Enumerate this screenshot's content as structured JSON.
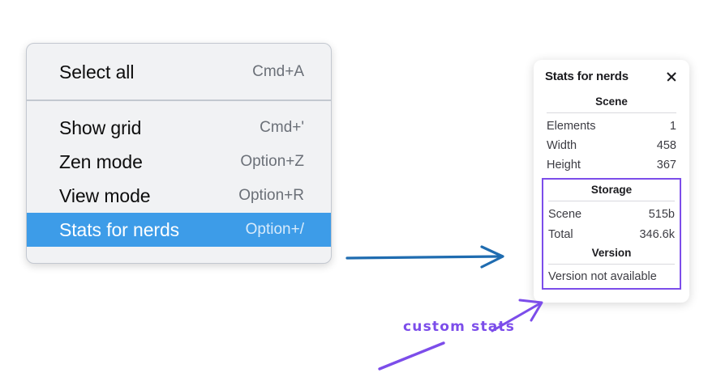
{
  "context_menu": {
    "name": "context-menu",
    "groups": [
      {
        "items": [
          {
            "label": "Select all",
            "shortcut": "Cmd+A",
            "highlighted": false
          }
        ]
      },
      {
        "items": [
          {
            "label": "Show grid",
            "shortcut": "Cmd+'",
            "highlighted": false
          },
          {
            "label": "Zen mode",
            "shortcut": "Option+Z",
            "highlighted": false
          },
          {
            "label": "View mode",
            "shortcut": "Option+R",
            "highlighted": false
          },
          {
            "label": "Stats for nerds",
            "shortcut": "Option+/",
            "highlighted": true
          }
        ]
      }
    ]
  },
  "stats_panel": {
    "title": "Stats for nerds",
    "close_icon": "close-icon",
    "sections": [
      {
        "heading": "Scene",
        "rows": [
          {
            "key": "Elements",
            "value": "1"
          },
          {
            "key": "Width",
            "value": "458"
          },
          {
            "key": "Height",
            "value": "367"
          }
        ]
      },
      {
        "heading": "Storage",
        "rows": [
          {
            "key": "Scene",
            "value": "515b"
          },
          {
            "key": "Total",
            "value": "346.6k"
          }
        ]
      },
      {
        "heading": "Version",
        "note": "Version not available"
      }
    ]
  },
  "annotations": {
    "custom_stats_label": "custom stats",
    "blue_arrow": "arrow-pointing-right",
    "purple_arrow": "arrow-pointing-to-storage-section",
    "purple_underline": "underline-stroke"
  },
  "colors": {
    "highlight_blue": "#3d9ce8",
    "annotation_purple": "#7c4dea",
    "arrow_blue": "#1f6cb0",
    "menu_background": "#f1f2f4",
    "menu_border": "#c3c8d0"
  }
}
